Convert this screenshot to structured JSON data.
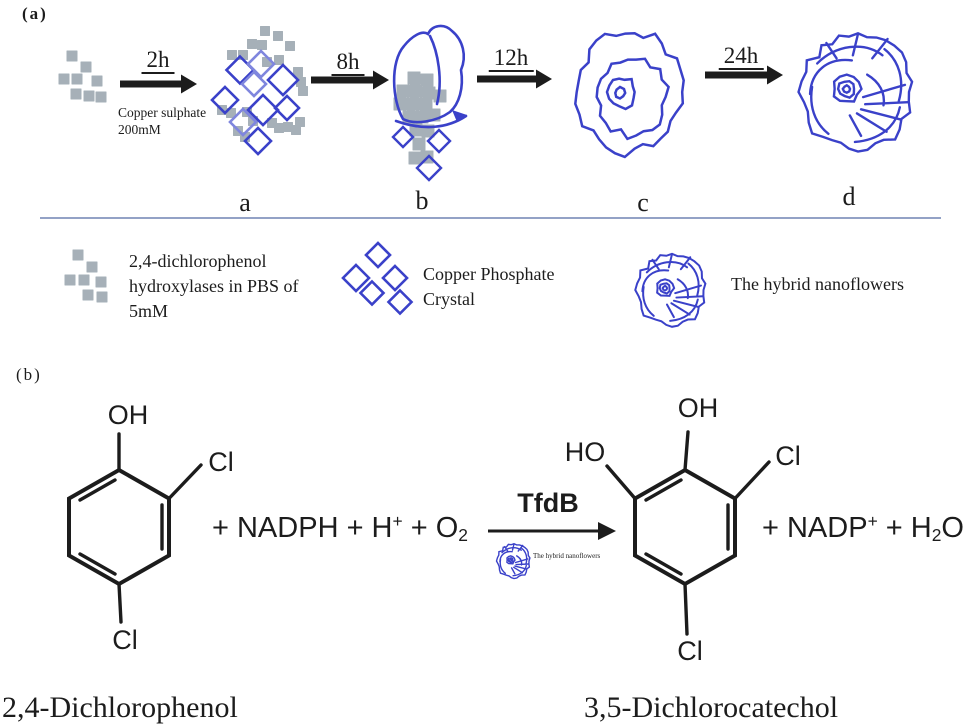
{
  "colors": {
    "crystal_blue": "#3a41c9",
    "crystal_blue_light": "#7f86de",
    "enzyme_gray": "#a6b0b8",
    "ink": "#1c1c1c",
    "divider": "#93a2c6"
  },
  "panel_a": {
    "label": "(a)",
    "steps": [
      {
        "time": "2h",
        "note_line1": "Copper sulphate",
        "note_line2": "200mM"
      },
      {
        "time": "8h"
      },
      {
        "time": "12h"
      },
      {
        "time": "24h"
      }
    ],
    "stage_labels": [
      "a",
      "b",
      "c",
      "d"
    ],
    "legend": [
      {
        "icon": "enzyme-squares-icon",
        "lines": [
          "2,4-dichlorophenol",
          "hydroxylases in PBS of",
          "5mM"
        ]
      },
      {
        "icon": "copper-phosphate-diamonds-icon",
        "lines": [
          "Copper Phosphate",
          "Crystal"
        ]
      },
      {
        "icon": "hybrid-nanoflower-icon",
        "lines": [
          "The hybrid nanoflowers"
        ]
      }
    ]
  },
  "panel_b": {
    "label": "(b)",
    "reactant": {
      "name": "2,4-Dichlorophenol",
      "hydroxyl": "OH",
      "chloro_ortho": "Cl",
      "chloro_para": "Cl"
    },
    "cofactors_left": {
      "prefix": "+ NADPH + H",
      "proton_sup": "+",
      "oxygen_prefix": " + O",
      "oxygen_sub": "2"
    },
    "catalyst": {
      "enzyme": "TfdB",
      "note": "The hybrid nanoflowers"
    },
    "product": {
      "name": "3,5-Dichlorocatechol",
      "hydroxyl": "OH",
      "hydroxyl_left": "HO",
      "chloro_ortho": "Cl",
      "chloro_para": "Cl"
    },
    "cofactors_right": {
      "prefix": "+ NADP",
      "sup": "+",
      "water_prefix": " + H",
      "water_sub": "2",
      "water_suffix": "O"
    }
  }
}
